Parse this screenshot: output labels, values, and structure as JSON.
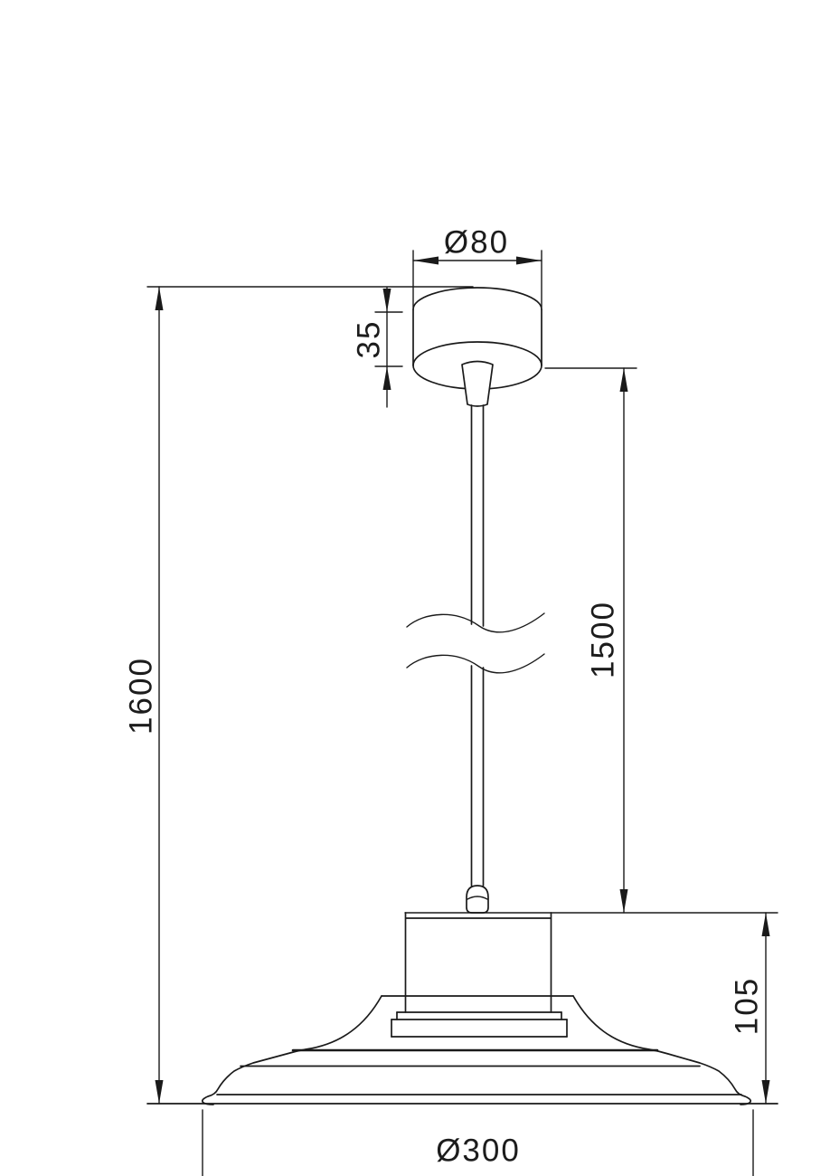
{
  "drawing": {
    "kind": "pendant-lamp-dimension-drawing",
    "colors": {
      "background": "#ffffff",
      "line": "#1a1a1a",
      "text": "#1c1c1c"
    },
    "labels": {
      "canopy_diameter": "Ø80",
      "canopy_height": "35",
      "overall_height": "1600",
      "suspension_length": "1500",
      "shade_height": "105",
      "shade_diameter": "Ø300"
    }
  }
}
